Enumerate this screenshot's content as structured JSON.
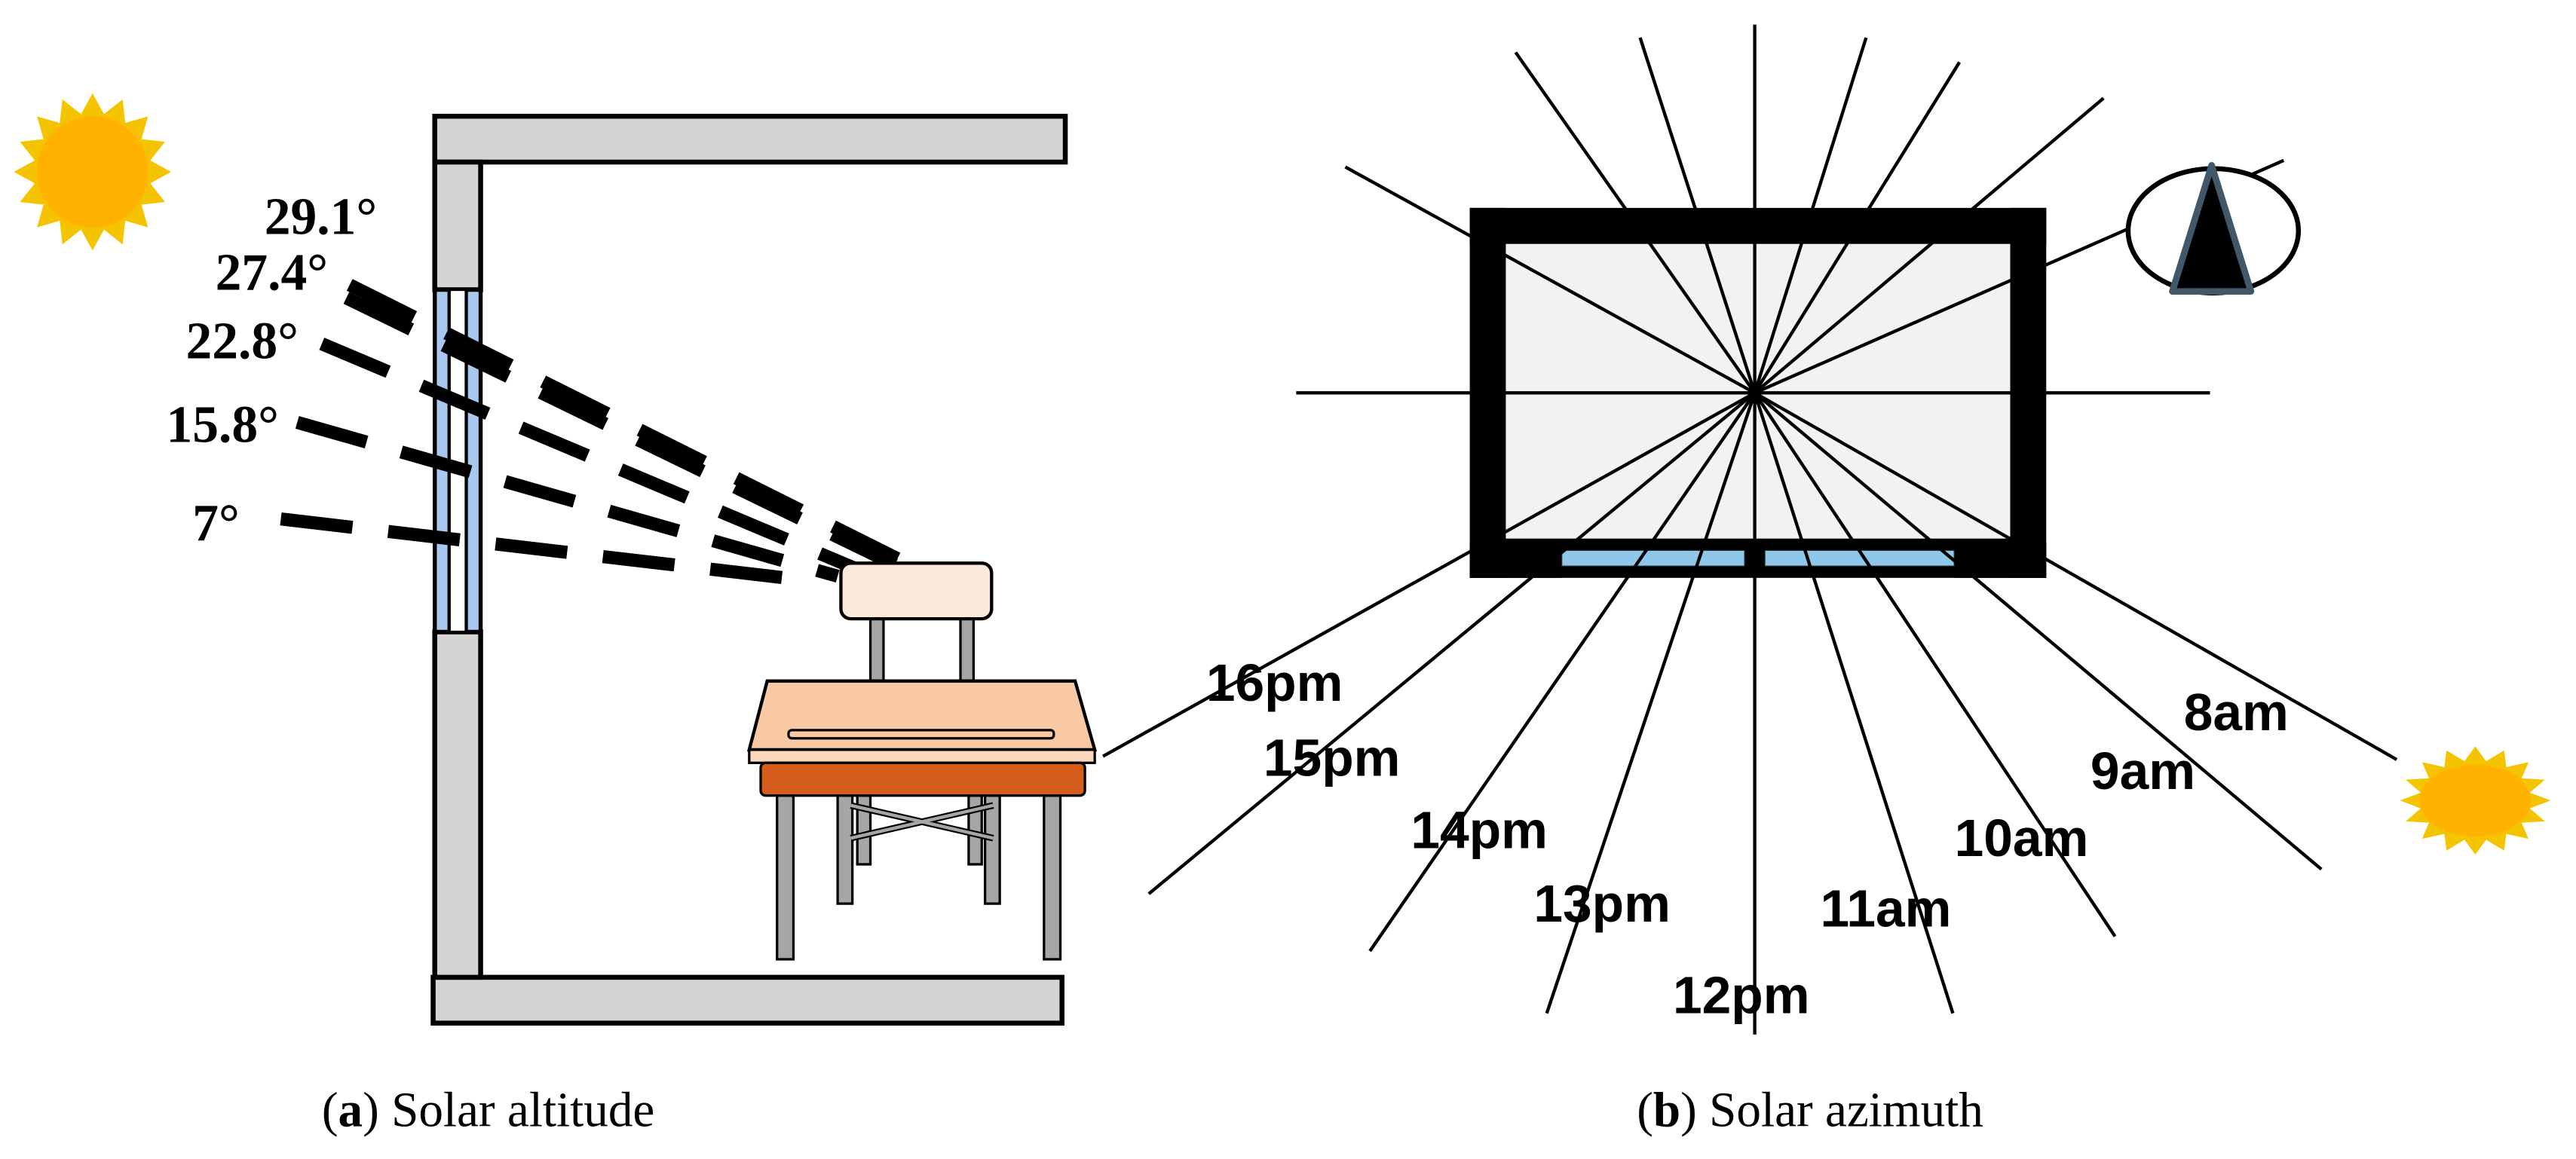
{
  "panel_a": {
    "caption_letter": "a",
    "caption_text": " Solar altitude",
    "angles": [
      {
        "label": "29.1°",
        "degrees": 29.1
      },
      {
        "label": "27.4°",
        "degrees": 27.4
      },
      {
        "label": "22.8°",
        "degrees": 22.8
      },
      {
        "label": "15.8°",
        "degrees": 15.8
      },
      {
        "label": "7°",
        "degrees": 7
      }
    ]
  },
  "panel_b": {
    "caption_letter": "b",
    "caption_text": " Solar azimuth",
    "times": [
      {
        "label": "16pm"
      },
      {
        "label": "15pm"
      },
      {
        "label": "14pm"
      },
      {
        "label": "13pm"
      },
      {
        "label": "12pm"
      },
      {
        "label": "11am"
      },
      {
        "label": "10am"
      },
      {
        "label": "9am"
      },
      {
        "label": "8am"
      }
    ]
  },
  "colors": {
    "sun_fill": "#ffb300",
    "sun_rays": "#f5c400",
    "wall_fill": "#d4d4d4",
    "window_glass": "#a9c8f0",
    "chair_back": "#fde8dc",
    "desk_top": "#f9c9a4",
    "desk_front": "#d55c1a",
    "steel": "#a6a6a6",
    "room_floor": "#f2f2f2",
    "plan_window": "#8ec7ea",
    "compass_arrow": "#000000",
    "compass_outline": "#41586b"
  }
}
